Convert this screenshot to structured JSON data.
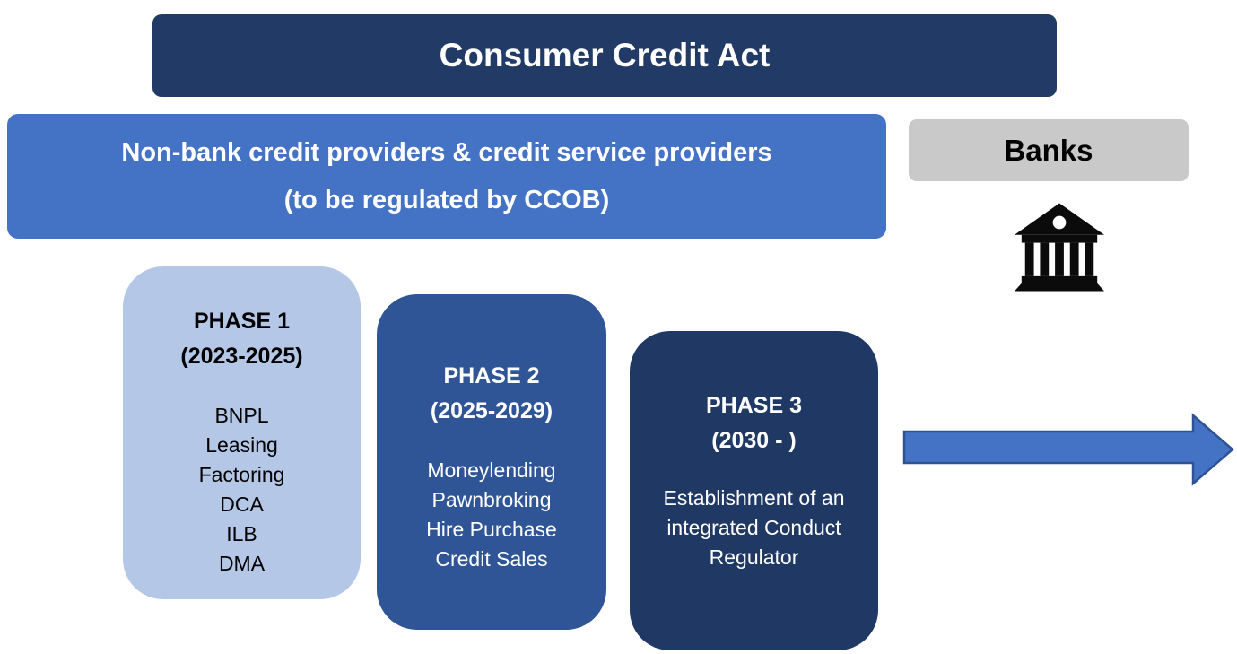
{
  "colors": {
    "top_banner_bg": "#213A66",
    "nonbank_bg": "#4472C4",
    "banks_bg": "#C9C9C9",
    "banner_text": "#FFFFFF",
    "banks_text": "#000000",
    "icon_black": "#0B0B0B",
    "arrow_fill": "#4472C4",
    "arrow_stroke": "#2E5395"
  },
  "top_banner": {
    "label": "Consumer Credit Act"
  },
  "nonbank_banner": {
    "line1": "Non-bank credit providers & credit service providers",
    "line2": "(to be regulated by CCOB)"
  },
  "banks_box": {
    "label": "Banks",
    "icon": "bank-building-icon"
  },
  "phases": [
    {
      "title": "PHASE 1",
      "period": "(2023-2025)",
      "items": [
        "BNPL",
        "Leasing",
        "Factoring",
        "DCA",
        "ILB",
        "DMA"
      ],
      "bg": "#B4C7E7",
      "fg": "#000000"
    },
    {
      "title": "PHASE 2",
      "period": "(2025-2029)",
      "items": [
        "Moneylending",
        "Pawnbroking",
        "Hire Purchase",
        "Credit Sales"
      ],
      "bg": "#2F5597",
      "fg": "#FFFFFF"
    },
    {
      "title": "PHASE 3",
      "period": "(2030 - )",
      "description": "Establishment of an integrated Conduct Regulator",
      "bg": "#203864",
      "fg": "#FFFFFF"
    }
  ]
}
